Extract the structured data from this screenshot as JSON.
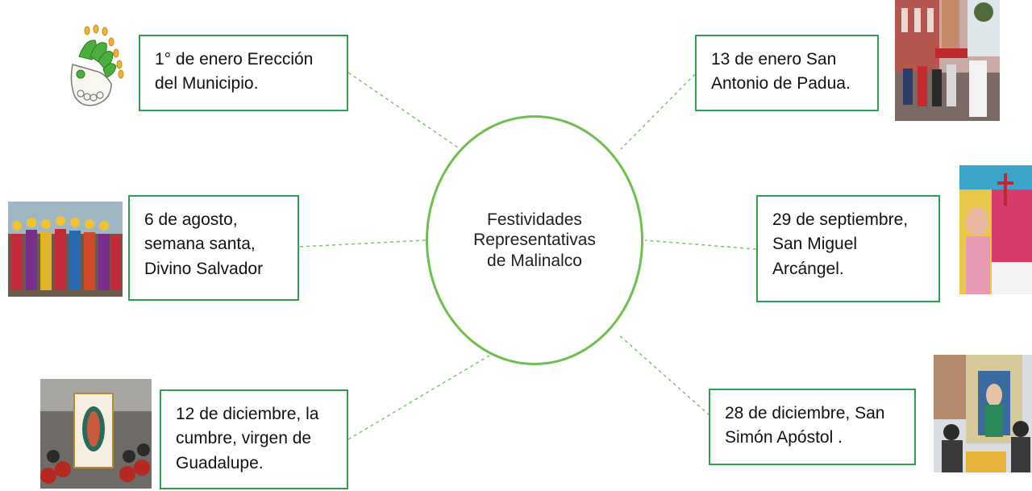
{
  "center": {
    "text": "Festividades\nRepresentativas\nde Malinalco"
  },
  "festivities": [
    {
      "id": "erection",
      "text": "1° de enero Erección\ndel Municipio."
    },
    {
      "id": "san-antonio",
      "text": "13 de enero San\nAntonio de Padua."
    },
    {
      "id": "divino-salvador",
      "text": "6 de agosto,\nsemana santa,\nDivino Salvador"
    },
    {
      "id": "san-miguel",
      "text": "29 de septiembre,\nSan Miguel\nArcángel."
    },
    {
      "id": "guadalupe",
      "text": "12 de diciembre, la\ncumbre, virgen de\nGuadalupe."
    },
    {
      "id": "san-simon",
      "text": "28 de diciembre, San\nSimón Apóstol ."
    }
  ],
  "colors": {
    "box_border": "#2ca24c",
    "circle_border": "#6fbf4f",
    "connector": "#7cc46a"
  },
  "images": [
    {
      "id": "municipal-glyph",
      "icon": "aztec-glyph-icon"
    },
    {
      "id": "san-antonio-procession",
      "icon": "procession-photo"
    },
    {
      "id": "divino-salvador-dancers",
      "icon": "dancers-photo"
    },
    {
      "id": "san-miguel-altar",
      "icon": "altar-photo"
    },
    {
      "id": "guadalupe-banner",
      "icon": "banner-photo"
    },
    {
      "id": "san-simon-altar",
      "icon": "altar-photo"
    }
  ]
}
